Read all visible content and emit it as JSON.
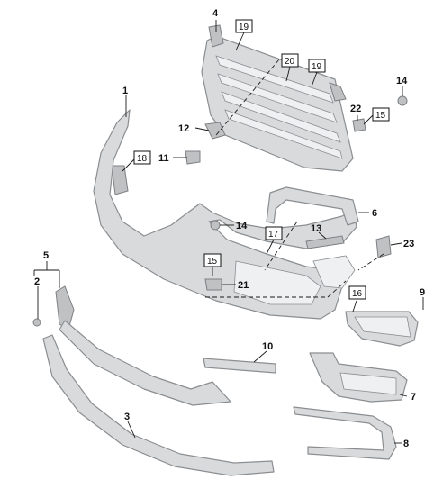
{
  "callouts": [
    {
      "id": "c4",
      "text": "4"
    },
    {
      "id": "c1",
      "text": "1"
    },
    {
      "id": "c12",
      "text": "12"
    },
    {
      "id": "c11",
      "text": "11"
    },
    {
      "id": "c14a",
      "text": "14"
    },
    {
      "id": "c22",
      "text": "22"
    },
    {
      "id": "c6",
      "text": "6"
    },
    {
      "id": "c14b",
      "text": "14"
    },
    {
      "id": "c13",
      "text": "13"
    },
    {
      "id": "c23",
      "text": "23"
    },
    {
      "id": "c5",
      "text": "5"
    },
    {
      "id": "c2",
      "text": "2"
    },
    {
      "id": "c21",
      "text": "21"
    },
    {
      "id": "c9",
      "text": "9"
    },
    {
      "id": "c10",
      "text": "10"
    },
    {
      "id": "c7",
      "text": "7"
    },
    {
      "id": "c3",
      "text": "3"
    },
    {
      "id": "c8",
      "text": "8"
    }
  ],
  "boxed_callouts": [
    {
      "id": "b19a",
      "text": "19"
    },
    {
      "id": "b20",
      "text": "20"
    },
    {
      "id": "b19b",
      "text": "19"
    },
    {
      "id": "b15a",
      "text": "15"
    },
    {
      "id": "b18",
      "text": "18"
    },
    {
      "id": "b17",
      "text": "17"
    },
    {
      "id": "b15b",
      "text": "15"
    },
    {
      "id": "b16",
      "text": "16"
    }
  ]
}
